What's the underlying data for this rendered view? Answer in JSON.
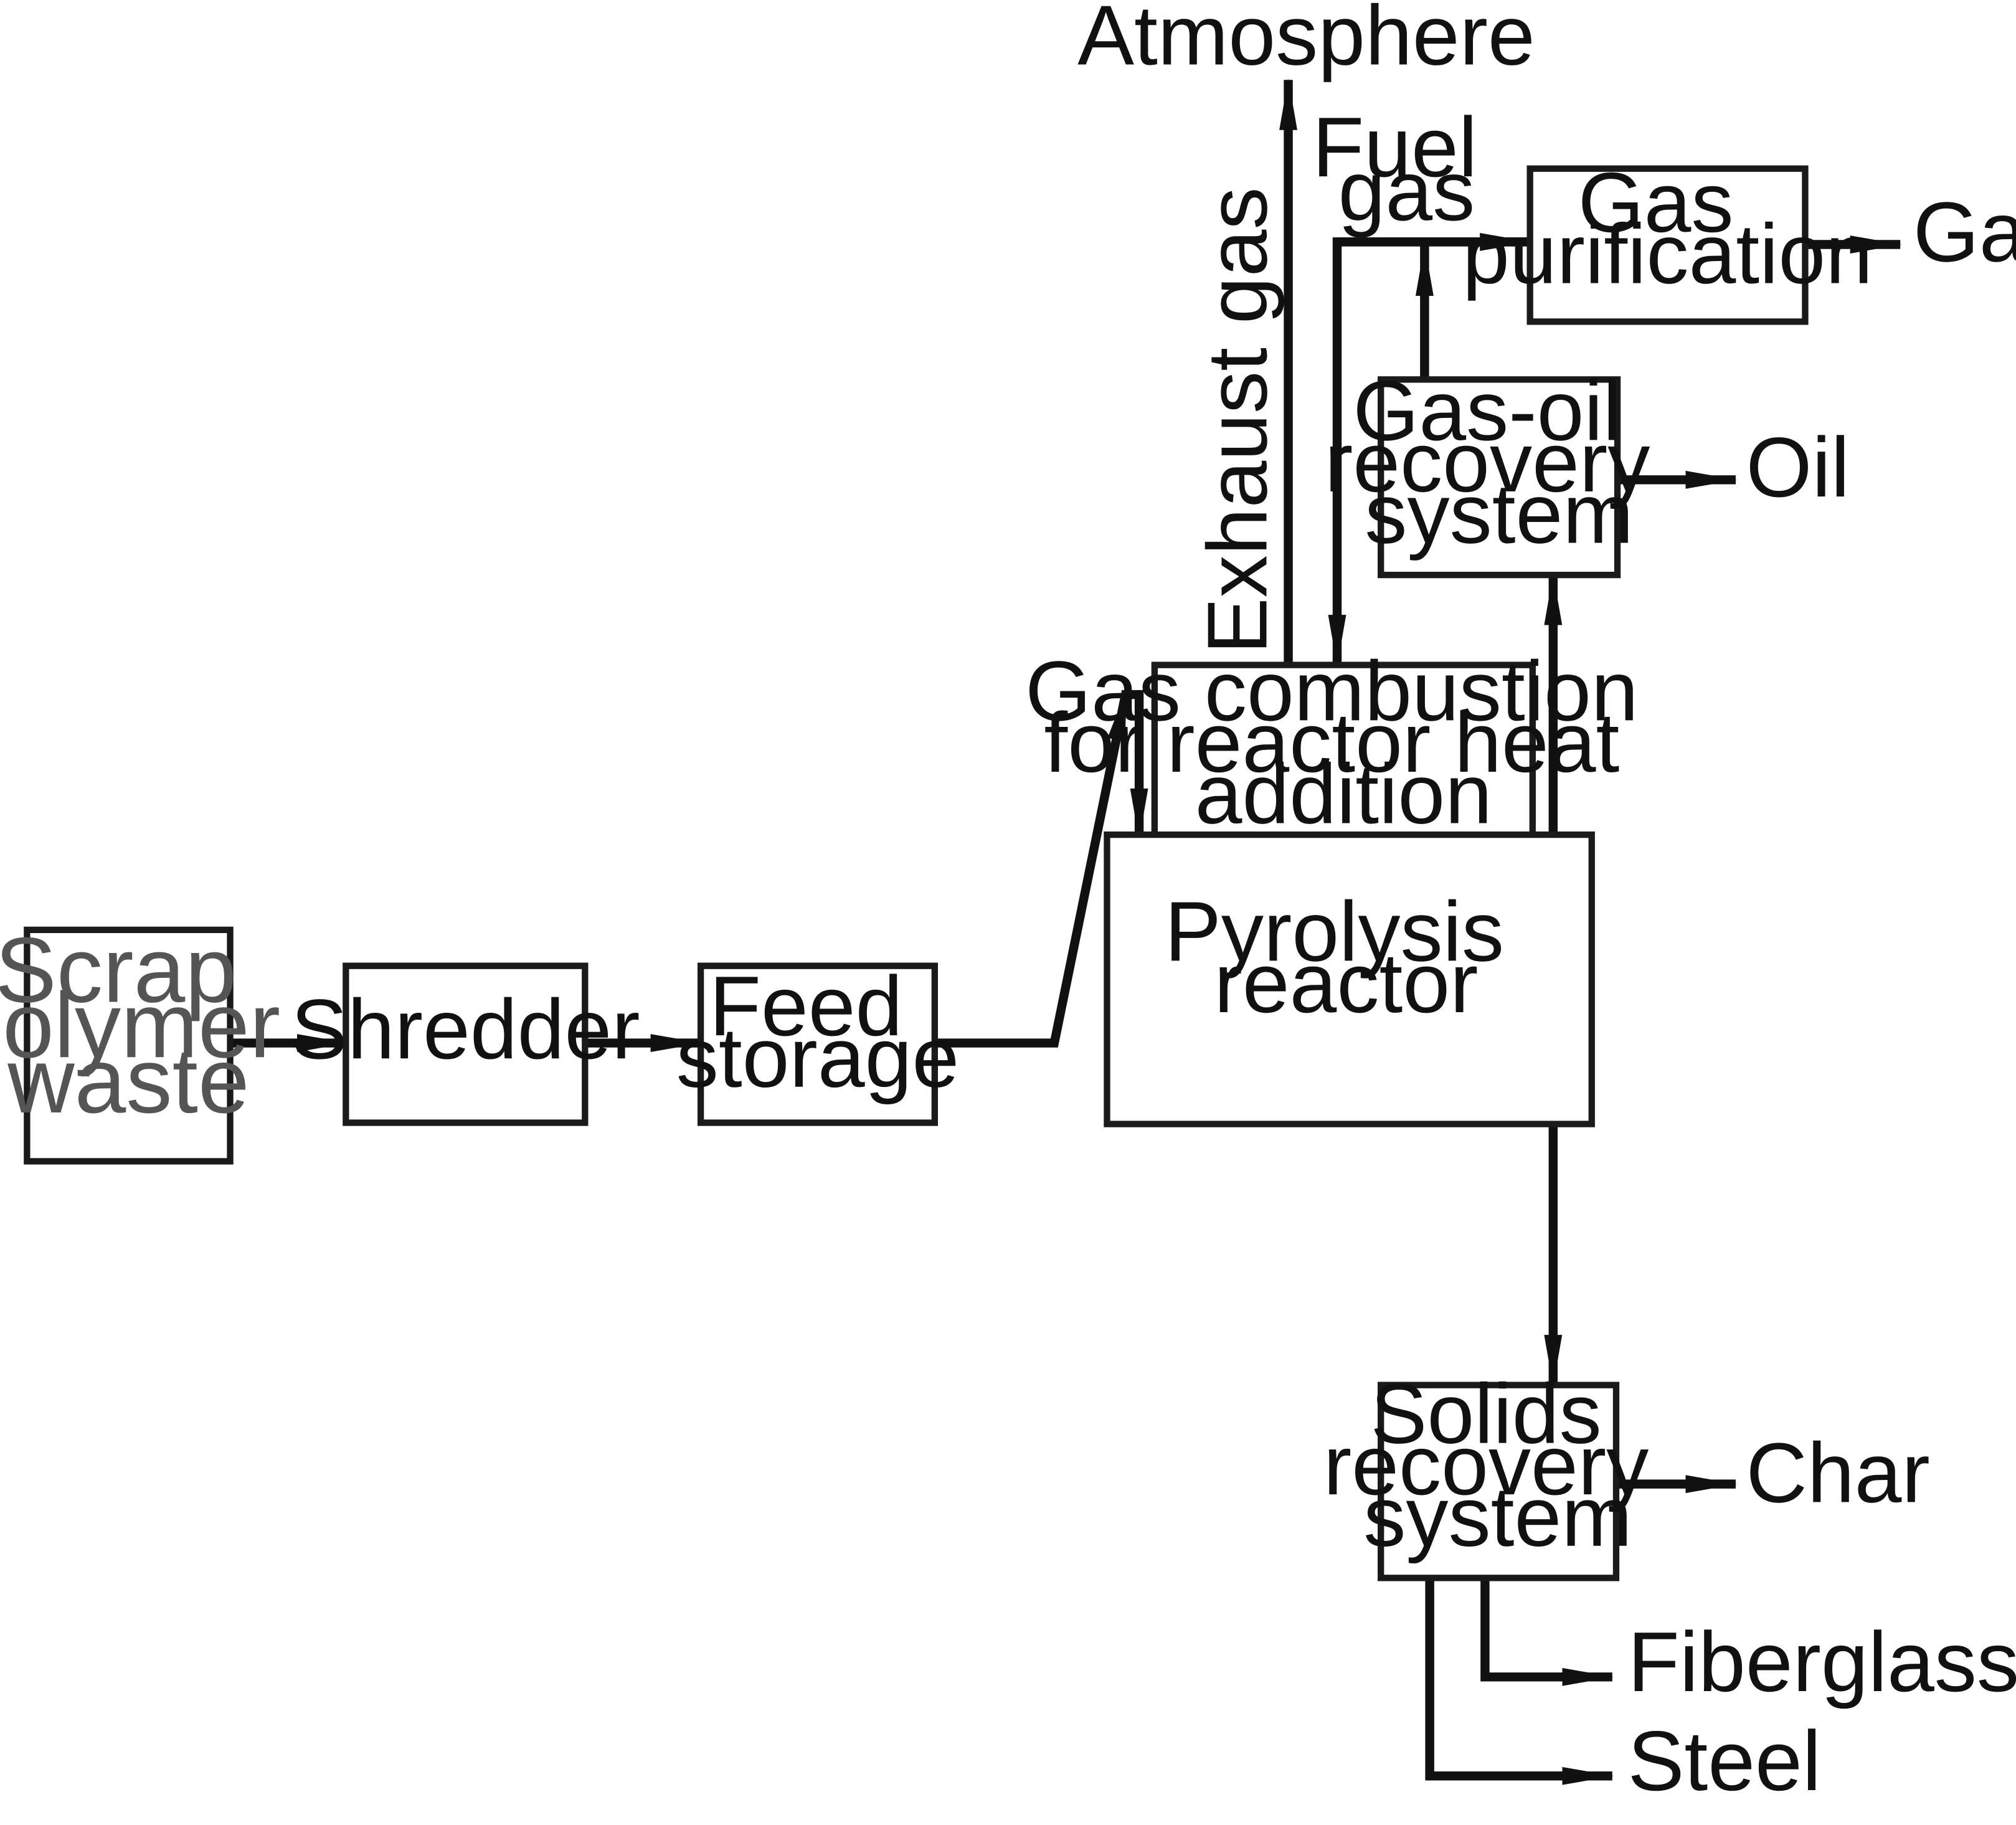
{
  "nodes": {
    "scrap": [
      "Scrap",
      "polymer",
      "waste"
    ],
    "shredder": [
      "Shredder"
    ],
    "feed_storage": [
      "Feed",
      "storage"
    ],
    "pyrolysis_reactor": [
      "Pyrolysis",
      "reactor"
    ],
    "gas_combustion": [
      "Gas combustion",
      "for reactor heat",
      "addition"
    ],
    "gas_oil_recovery": [
      "Gas-oil",
      "recovery",
      "system"
    ],
    "gas_purification": [
      "Gas",
      "purification"
    ],
    "solids_recovery": [
      "Solids",
      "recovery",
      "system"
    ]
  },
  "labels": {
    "atmosphere": "Atmosphere",
    "exhaust_gas": "Exhaust gas",
    "fuel_gas": [
      "Fuel",
      "gas"
    ],
    "gas": "Gas",
    "oil": "Oil",
    "char": "Char",
    "fiberglass": "Fiberglass",
    "steel": "Steel"
  }
}
